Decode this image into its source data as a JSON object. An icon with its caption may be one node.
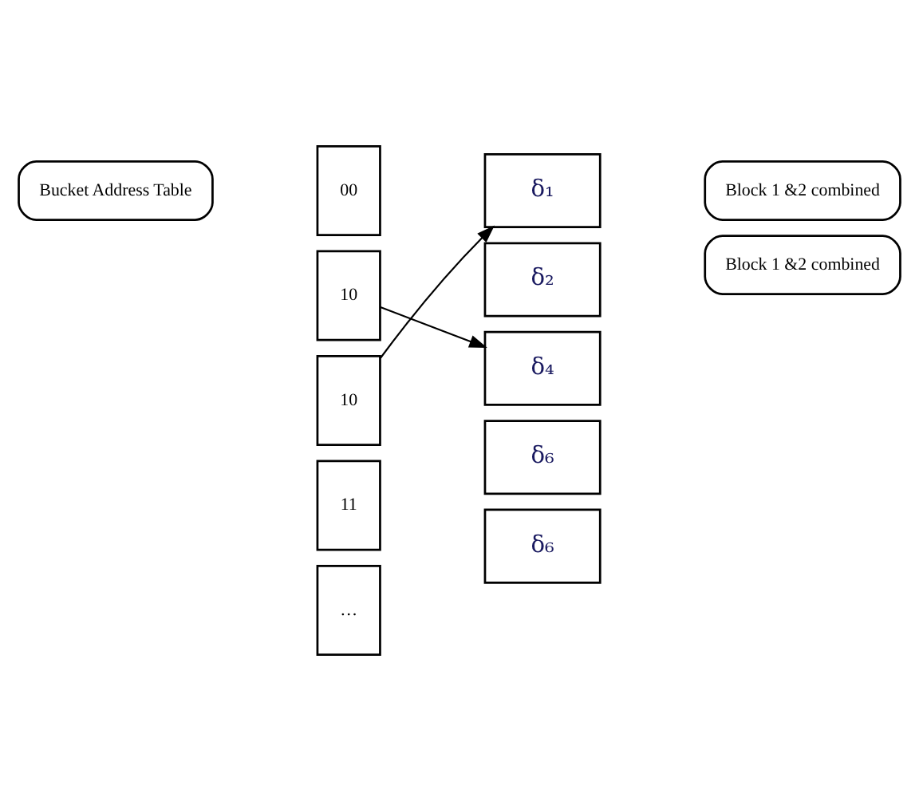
{
  "diagram": {
    "nodes": [
      {
        "text": [
          "Bucket Address Table"
        ]
      },
      {
        "text": [
          "00"
        ]
      },
      {
        "text": [
          "10"
        ]
      },
      {
        "text": [
          "10"
        ]
      },
      {
        "text": [
          "11"
        ]
      },
      {
        "text": [
          "…"
        ]
      },
      {
        "text": [
          "δ₁"
        ]
      },
      {
        "text": [
          "δ₂"
        ]
      },
      {
        "text": [
          "δ₄"
        ]
      },
      {
        "text": [
          "δ₆"
        ]
      },
      {
        "text": [
          "δ₆"
        ]
      },
      {
        "text": [
          "Block 1 &2 combined"
        ]
      },
      {
        "text": [
          "Block 1 &2 combined"
        ]
      }
    ],
    "edges": [
      {
        "from": 2,
        "to": 8,
        "arrow": "to"
      },
      {
        "from": 3,
        "to": 6,
        "arrow": "to"
      }
    ]
  }
}
